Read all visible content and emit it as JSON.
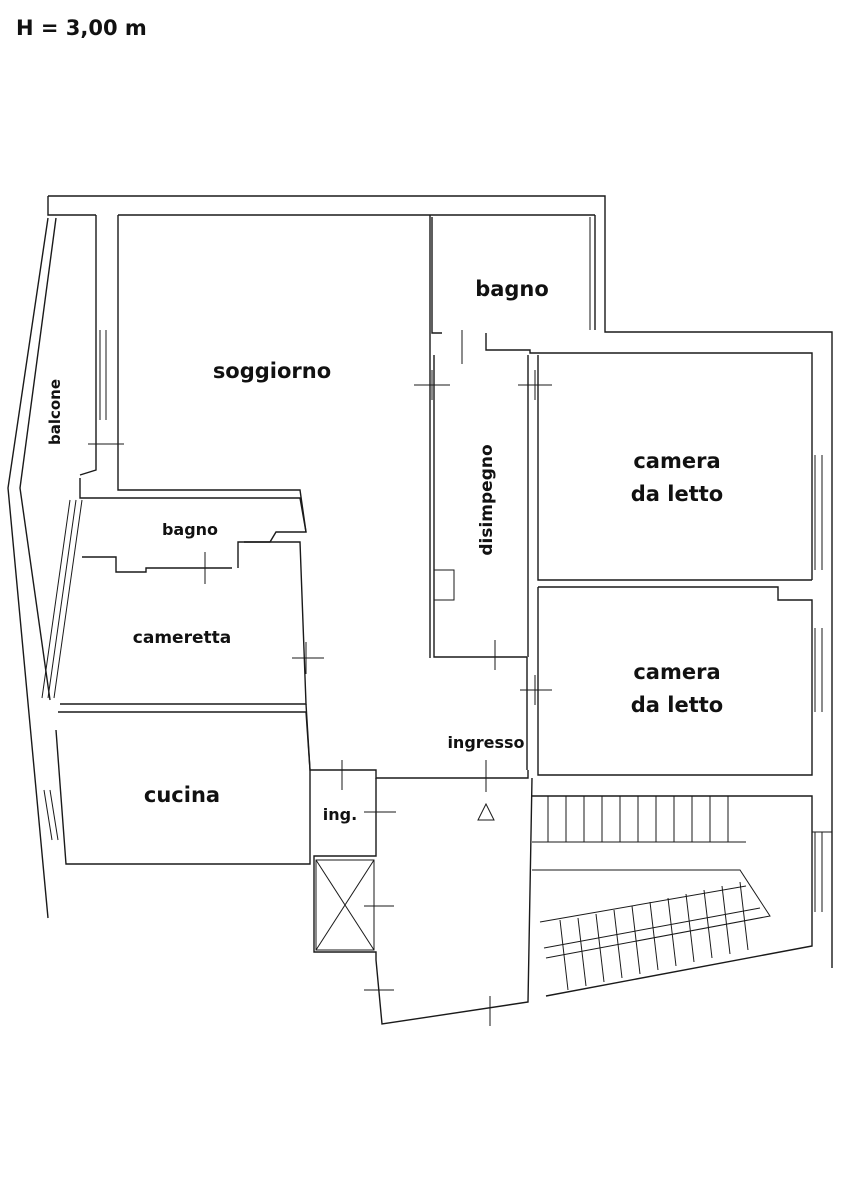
{
  "header": {
    "height_note": "H = 3,00 m"
  },
  "rooms": {
    "soggiorno": "soggiorno",
    "bagno_main": "bagno",
    "balcone": "balcone",
    "bagno_small": "bagno",
    "cameretta": "cameretta",
    "disimpegno": "disimpegno",
    "camera1_line1": "camera",
    "camera1_line2": "da letto",
    "camera2_line1": "camera",
    "camera2_line2": "da letto",
    "ingresso": "ingresso",
    "cucina": "cucina",
    "ing": "ing."
  }
}
